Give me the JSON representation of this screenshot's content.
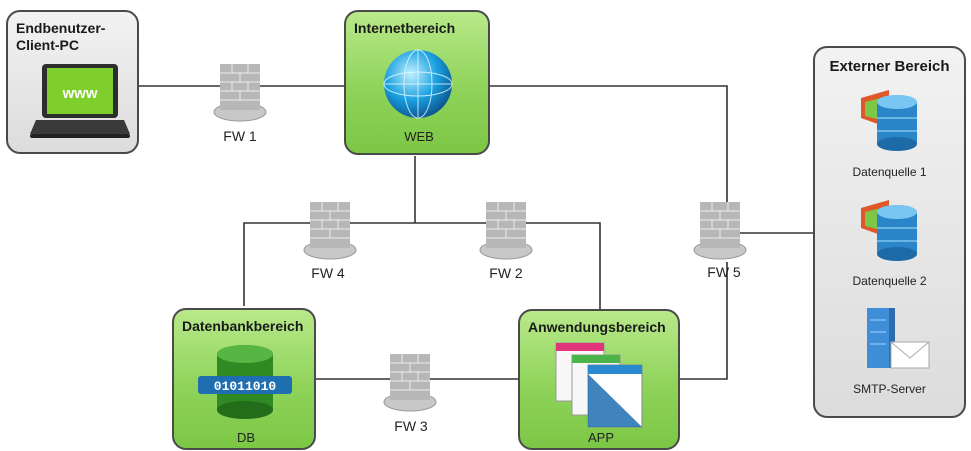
{
  "zones": {
    "client": {
      "title_line1": "Endbenutzer-",
      "title_line2": "Client-PC"
    },
    "internet": {
      "title": "Internetbereich",
      "label": "WEB"
    },
    "database": {
      "title": "Datenbankbereich",
      "label": "DB"
    },
    "application": {
      "title": "Anwendungsbereich",
      "label": "APP"
    },
    "external": {
      "title": "Externer Bereich"
    }
  },
  "client_screen_text": "www",
  "db_icon_text": "01011010",
  "firewalls": {
    "fw1": "FW 1",
    "fw2": "FW 2",
    "fw3": "FW 3",
    "fw4": "FW 4",
    "fw5": "FW 5"
  },
  "external_items": {
    "ds1": "Datenquelle 1",
    "ds2": "Datenquelle 2",
    "smtp": "SMTP-Server"
  },
  "icons": {
    "laptop": "laptop-icon",
    "globe": "globe-icon",
    "database": "database-icon",
    "app_windows": "app-windows-icon",
    "datasource": "datasource-icon",
    "server": "server-mail-icon",
    "firewall": "firewall-icon"
  },
  "colors": {
    "zone_green": "#8fd35a",
    "zone_grey": "#e6e6e6",
    "line": "#333333"
  }
}
